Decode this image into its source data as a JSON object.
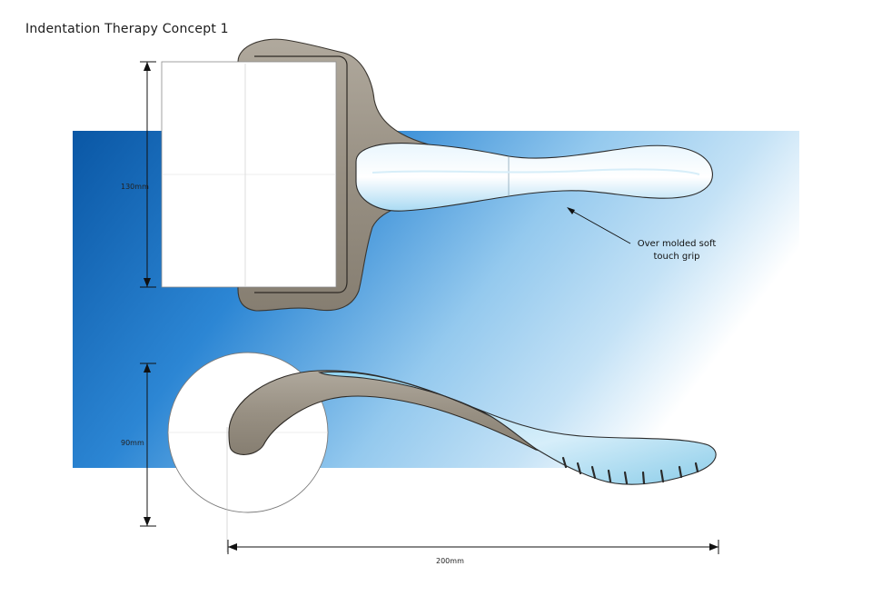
{
  "title": "Indentation Therapy Concept 1",
  "dimensions": {
    "height_top": "130mm",
    "height_bottom": "90mm",
    "length": "200mm"
  },
  "annotation": {
    "line1": "Over molded soft",
    "line2": "touch grip"
  },
  "colors": {
    "background_dark": "#0a5aa8",
    "background_light": "#ffffff",
    "body_taupe": "#9c9488",
    "grip_blue": "#bfe3f7",
    "roller_white": "#ffffff"
  }
}
